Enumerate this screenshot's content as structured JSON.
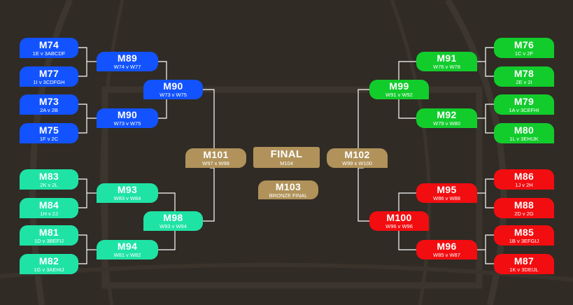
{
  "colors": {
    "background": "#302b25",
    "line": "#ffffff",
    "blue": "#1253ff",
    "teal": "#1fe3a5",
    "green": "#12cc2c",
    "red": "#f20d10",
    "gold": "#b0925a"
  },
  "matches": {
    "m74": {
      "title": "M74",
      "sub": "1E v 3ABCDF"
    },
    "m77": {
      "title": "M77",
      "sub": "1I v 3CDFGH"
    },
    "m73": {
      "title": "M73",
      "sub": "2A v 2B"
    },
    "m75": {
      "title": "M75",
      "sub": "1F v 2C"
    },
    "m89": {
      "title": "M89",
      "sub": "W74 v W77"
    },
    "m90a": {
      "title": "M90",
      "sub": "W73 v W75"
    },
    "m90b": {
      "title": "M90",
      "sub": "W73 v W75"
    },
    "m83": {
      "title": "M83",
      "sub": "2K v 2L"
    },
    "m84": {
      "title": "M84",
      "sub": "1H v 2J"
    },
    "m81": {
      "title": "M81",
      "sub": "1D v 3BEFIJ"
    },
    "m82": {
      "title": "M82",
      "sub": "1G v 3AEHIJ"
    },
    "m93": {
      "title": "M93",
      "sub": "W83 v W84"
    },
    "m94": {
      "title": "M94",
      "sub": "W81 v W82"
    },
    "m98": {
      "title": "M98",
      "sub": "W93 v W94"
    },
    "m101": {
      "title": "M101",
      "sub": "W97 x W98"
    },
    "final": {
      "title": "FINAL",
      "sub": "M104"
    },
    "m103": {
      "title": "M103",
      "sub": "BRONZE FINAL"
    },
    "m102": {
      "title": "M102",
      "sub": "W99 x W100"
    },
    "m76": {
      "title": "M76",
      "sub": "1C v 2F"
    },
    "m78": {
      "title": "M78",
      "sub": "2E v 2I"
    },
    "m79": {
      "title": "M79",
      "sub": "1A v 3CEFHI"
    },
    "m80": {
      "title": "M80",
      "sub": "1L v 3EHIJK"
    },
    "m91": {
      "title": "M91",
      "sub": "W76 v W78"
    },
    "m92": {
      "title": "M92",
      "sub": "W79 v W80"
    },
    "m99": {
      "title": "M99",
      "sub": "W91 v W92"
    },
    "m86": {
      "title": "M86",
      "sub": "1J v 2H"
    },
    "m88": {
      "title": "M88",
      "sub": "2D v 2G"
    },
    "m85": {
      "title": "M85",
      "sub": "1B v 3EFGIJ"
    },
    "m87": {
      "title": "M87",
      "sub": "1K v 3DEIJL"
    },
    "m95": {
      "title": "M95",
      "sub": "W86 v W88"
    },
    "m96": {
      "title": "M96",
      "sub": "W85 v W87"
    },
    "m100": {
      "title": "M100",
      "sub": "W96 v W96"
    }
  }
}
